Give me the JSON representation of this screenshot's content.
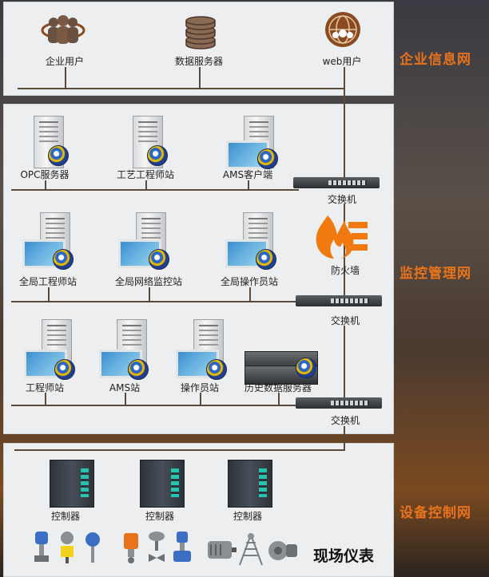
{
  "zones": {
    "enterprise": "企业信息网",
    "monitoring": "监控管理网",
    "device_control": "设备控制网"
  },
  "enterprise_nodes": [
    {
      "label": "企业用户",
      "icon": "people-icon"
    },
    {
      "label": "数据服务器",
      "icon": "database-icon"
    },
    {
      "label": "web用户",
      "icon": "globe-users-icon"
    }
  ],
  "row1": [
    {
      "label": "OPC服务器"
    },
    {
      "label": "工艺工程师站"
    },
    {
      "label": "AMS客户端"
    }
  ],
  "row2": [
    {
      "label": "全局工程师站"
    },
    {
      "label": "全局网络监控站"
    },
    {
      "label": "全局操作员站"
    }
  ],
  "row3": [
    {
      "label": "工程师站"
    },
    {
      "label": "AMS站"
    },
    {
      "label": "操作员站"
    },
    {
      "label": "历史数据服务器"
    }
  ],
  "network": {
    "switch1": "交换机",
    "firewall": "防火墙",
    "switch2": "交换机",
    "switch3": "交换机"
  },
  "controllers": [
    "控制器",
    "控制器",
    "控制器"
  ],
  "field_label": "现场仪表",
  "colors": {
    "zone_text": "#e8731c",
    "panel": "#eceef0",
    "line": "#5a4a3a",
    "firewall": "#f07a10"
  }
}
